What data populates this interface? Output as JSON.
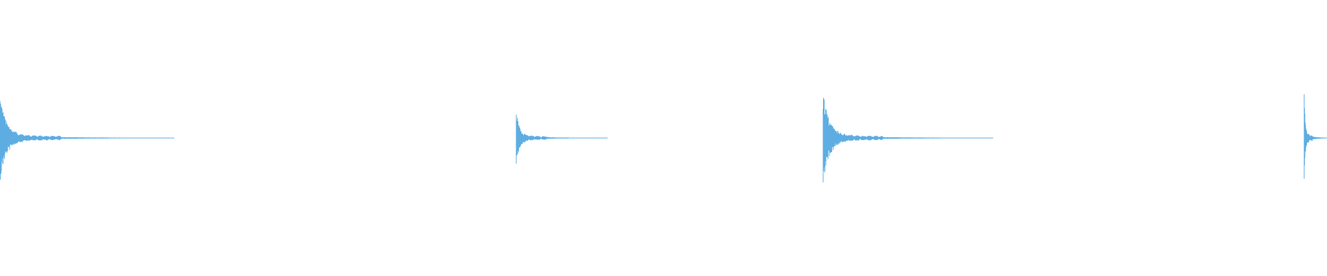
{
  "waveform": {
    "color": "#5dade2",
    "background": "#ffffff",
    "duration_s": 32,
    "amplitude_range": [
      -1,
      1
    ],
    "events": [
      {
        "onset_s": 0.0,
        "peak": 0.55,
        "decay_s": 4.2,
        "tail_level": 0.03
      },
      {
        "onset_s": 12.45,
        "peak": 0.35,
        "decay_s": 2.2,
        "tail_level": 0.025
      },
      {
        "onset_s": 19.85,
        "peak": 0.6,
        "decay_s": 4.1,
        "tail_level": 0.03
      },
      {
        "onset_s": 31.45,
        "peak": 0.7,
        "decay_s": 0.55,
        "tail_level": 0.05
      }
    ]
  }
}
